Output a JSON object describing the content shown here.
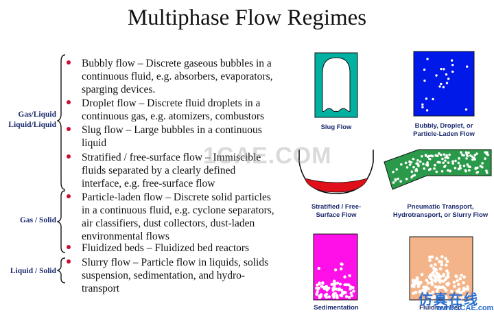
{
  "title": "Multiphase Flow Regimes",
  "groups": [
    {
      "label_lines": [
        "Gas/Liquid",
        "Liquid/Liquid"
      ]
    },
    {
      "label_lines": [
        "Gas / Solid"
      ]
    },
    {
      "label_lines": [
        "Liquid / Solid"
      ]
    }
  ],
  "bullets": [
    {
      "lines": [
        "Bubbly flow – Discrete gaseous bubbles in a",
        "continuous fluid, e.g. absorbers, evaporators,",
        "sparging devices."
      ]
    },
    {
      "lines": [
        "Droplet flow – Discrete fluid droplets in a",
        "continuous gas, e.g. atomizers, combustors"
      ]
    },
    {
      "lines": [
        "Slug flow – Large bubbles in a continuous",
        "liquid"
      ]
    },
    {
      "lines": [
        "Stratified / free-surface flow – Immiscible",
        "fluids separated by a clearly defined",
        "interface, e.g. free-surface flow"
      ]
    },
    {
      "lines": [
        "Particle-laden flow – Discrete solid particles",
        "in a continuous fluid, e.g. cyclone separators,",
        "air classifiers, dust collectors, dust-laden",
        "environmental flows"
      ]
    },
    {
      "lines": [
        "Fluidized beds – Fluidized bed reactors"
      ]
    },
    {
      "lines": [
        "Slurry flow – Particle flow in liquids, solids",
        "suspension, sedimentation, and hydro-",
        "transport"
      ]
    }
  ],
  "figures": {
    "slug": {
      "caption": [
        "Slug Flow"
      ]
    },
    "bubbly": {
      "caption": [
        "Bubbly, Droplet, or",
        "Particle-Laden Flow"
      ]
    },
    "stratified": {
      "caption": [
        "Stratified / Free-",
        "Surface Flow"
      ]
    },
    "pneumatic": {
      "caption": [
        "Pneumatic Transport,",
        "Hydrotransport, or Slurry Flow"
      ]
    },
    "sedimentation": {
      "caption": [
        "Sedimentation"
      ]
    },
    "fluidized": {
      "caption": [
        "Fluidized Bed"
      ]
    }
  },
  "watermarks": {
    "center": "1CAE.COM",
    "corner_cn": "仿真在线",
    "corner_url": "www.1CAE.com"
  },
  "colors": {
    "bullet": "#c8102e",
    "label": "#1a2a6e",
    "slug": "#00b0a0",
    "bubbly": "#0018e8",
    "stratified": "#e0101a",
    "pneumatic": "#2a9a4a",
    "sedimentation": "#ff10e8",
    "fluidized": "#f4b48a"
  }
}
